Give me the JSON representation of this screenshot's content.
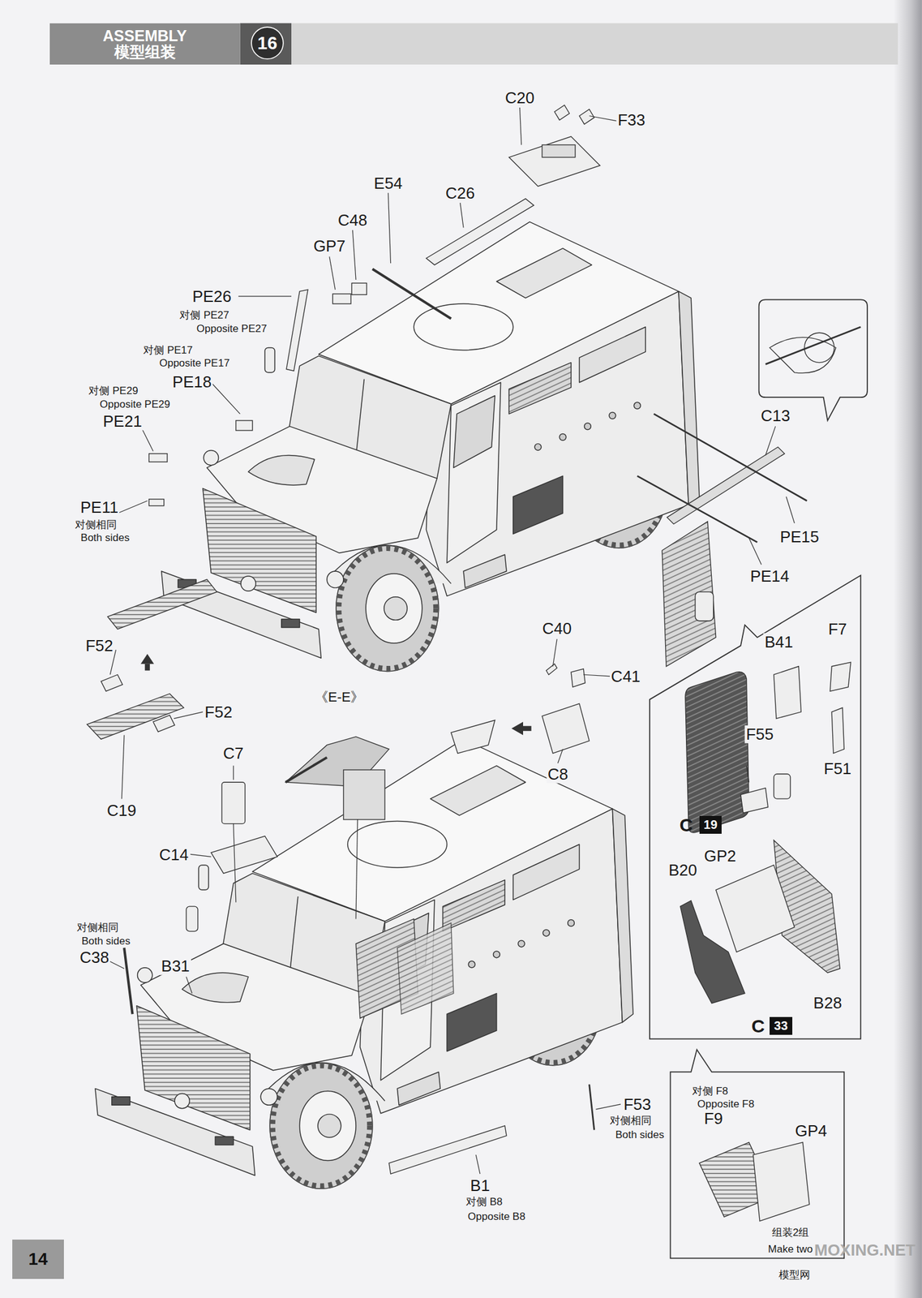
{
  "diagram": {
    "nodes": [
      {
        "text": [
          "ASSEMBLY",
          "模型组装"
        ]
      },
      {
        "text": [
          "16"
        ]
      },
      {
        "text": [
          "14"
        ]
      },
      {
        "text": [
          "19"
        ]
      },
      {
        "text": [
          "33"
        ]
      }
    ],
    "labels": [
      "C20",
      "F33",
      "E54",
      "C26",
      "C48",
      "GP7",
      "PE26",
      "对侧 PE27",
      "Opposite PE27",
      "对侧 PE17",
      "Opposite PE17",
      "PE18",
      "对侧 PE29",
      "Opposite PE29",
      "PE21",
      "PE11",
      "对侧相同",
      "Both sides",
      "C13",
      "PE15",
      "PE14",
      "F52",
      "F52",
      "C19",
      "C40",
      "C41",
      "C8",
      "《E-E》",
      "C7",
      "C14",
      "B41",
      "F7",
      "F55",
      "F51",
      "C",
      "B20",
      "GP2",
      "B28",
      "C",
      "对侧相同",
      "Both sides",
      "C38",
      "B31",
      "F53",
      "对侧相同",
      "Both sides",
      "B1",
      "对侧 B8",
      "Opposite B8",
      "对侧 F8",
      "Opposite F8",
      "F9",
      "GP4",
      "组装2组",
      "Make two",
      "MOXING.NET",
      "模型网"
    ]
  }
}
